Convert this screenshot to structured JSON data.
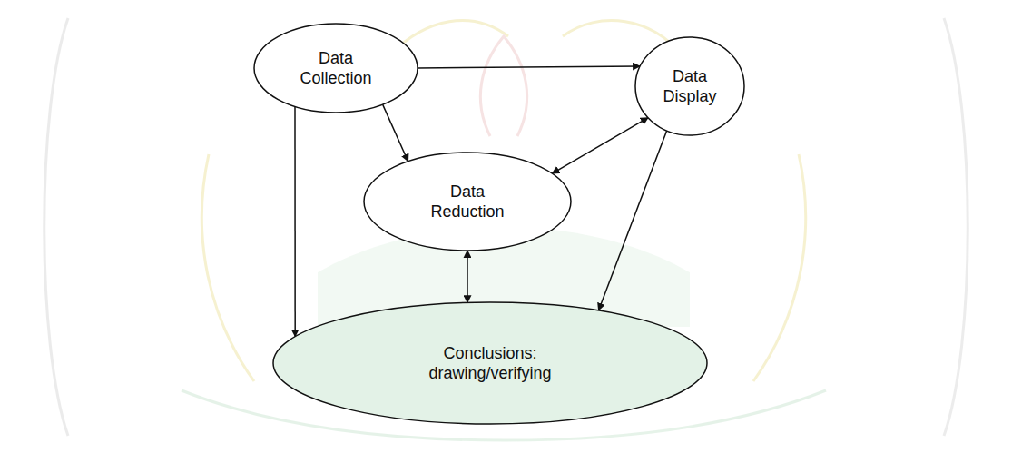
{
  "diagram": {
    "nodes": [
      {
        "text": [
          "Data Collection"
        ]
      },
      {
        "text": [
          "Data Display"
        ]
      },
      {
        "text": [
          "Data Reduction"
        ]
      },
      {
        "text": [
          "Conclusions: drawing/verifying"
        ]
      }
    ],
    "edges": [
      {
        "from": 0,
        "to": 1,
        "arrow": "to"
      },
      {
        "from": 0,
        "to": 2,
        "arrow": "to"
      },
      {
        "from": 0,
        "to": 3,
        "arrow": "to"
      },
      {
        "from": 1,
        "to": 2,
        "arrow": "both"
      },
      {
        "from": 2,
        "to": 3,
        "arrow": "both"
      },
      {
        "from": 1,
        "to": 3,
        "arrow": "to"
      }
    ]
  }
}
